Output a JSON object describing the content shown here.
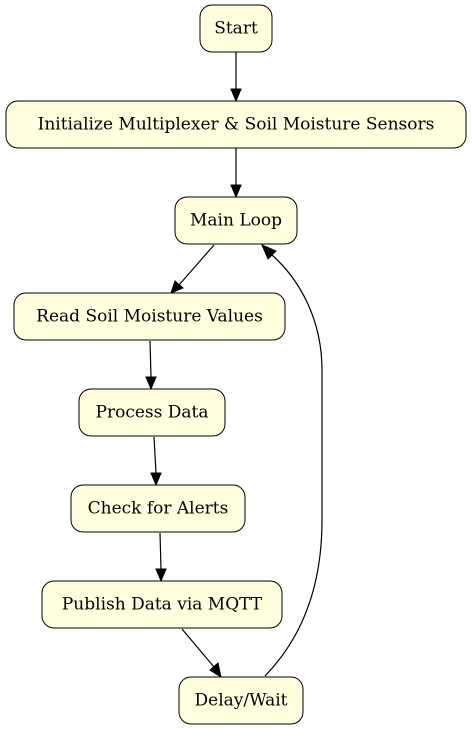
{
  "flowchart": {
    "nodes": [
      {
        "id": "start",
        "label": "Start"
      },
      {
        "id": "init",
        "label": "Initialize Multiplexer & Soil Moisture Sensors"
      },
      {
        "id": "loop",
        "label": "Main Loop"
      },
      {
        "id": "read",
        "label": "Read Soil Moisture Values"
      },
      {
        "id": "process",
        "label": "Process Data"
      },
      {
        "id": "alerts",
        "label": "Check for Alerts"
      },
      {
        "id": "publish",
        "label": "Publish Data via MQTT"
      },
      {
        "id": "delay",
        "label": "Delay/Wait"
      }
    ],
    "edges": [
      {
        "from": "start",
        "to": "init"
      },
      {
        "from": "init",
        "to": "loop"
      },
      {
        "from": "loop",
        "to": "read"
      },
      {
        "from": "read",
        "to": "process"
      },
      {
        "from": "process",
        "to": "alerts"
      },
      {
        "from": "alerts",
        "to": "publish"
      },
      {
        "from": "publish",
        "to": "delay"
      },
      {
        "from": "delay",
        "to": "loop"
      }
    ],
    "colors": {
      "node_fill": "#ffffe0",
      "node_stroke": "#000000",
      "edge": "#000000"
    }
  }
}
